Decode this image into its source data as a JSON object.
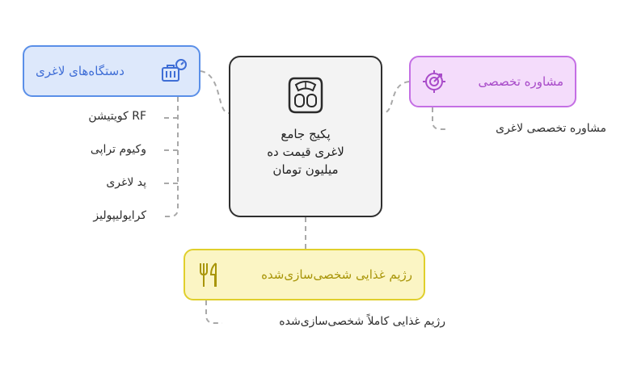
{
  "center": {
    "title_lines": [
      "پکیج جامع",
      "لاغری قیمت ده",
      "میلیون تومان"
    ],
    "icon": "scale-icon"
  },
  "branches": {
    "devices": {
      "label": "دستگاه‌های لاغری",
      "icon": "luggage-gauge-icon",
      "color": "#5a8fe8",
      "fill": "#dde8fb",
      "items": [
        "RF کویتیشن",
        "وکیوم تراپی",
        "پد لاغری",
        "کرایولیپولیز"
      ]
    },
    "consult": {
      "label": "مشاوره تخصصی",
      "icon": "target-icon",
      "color": "#c46fe4",
      "fill": "#f4dcfb",
      "items": [
        "مشاوره تخصصی لاغری"
      ]
    },
    "diet": {
      "label": "رژیم غذایی شخصی‌سازی‌شده",
      "icon": "fork-knife-icon",
      "color": "#e0cf2c",
      "fill": "#fbf5c4",
      "items": [
        "رژیم غذایی کاملاً شخصی‌سازی‌شده"
      ]
    }
  }
}
